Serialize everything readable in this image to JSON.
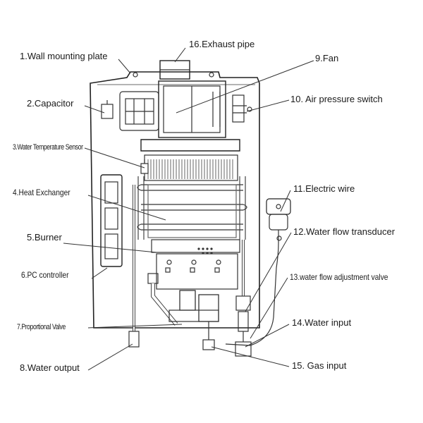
{
  "diagram": {
    "labels": {
      "l1": "1.Wall mounting plate",
      "l2": "2.Capacitor",
      "l3": "3.Water Temperature Sensor",
      "l4": "4.Heat Exchanger",
      "l5": "5.Burner",
      "l6": "6.PC controller",
      "l7": "7.Proportional Valve",
      "l8": "8.Water output",
      "l9": "9.Fan",
      "l10": "10. Air pressure switch",
      "l11": "11.Electric wire",
      "l12": "12.Water flow transducer",
      "l13": "13.water flow adjustment valve",
      "l14": "14.Water input",
      "l15": "15. Gas input",
      "l16": "16.Exhaust pipe"
    }
  }
}
